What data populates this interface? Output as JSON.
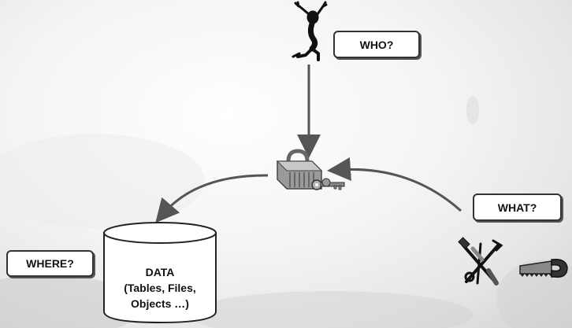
{
  "diagram": {
    "who_label": "WHO?",
    "what_label": "WHAT?",
    "where_label": "WHERE?",
    "data_store": {
      "line1": "DATA",
      "line2": "(Tables, Files,",
      "line3": "Objects …)"
    },
    "icons": [
      "person-icon",
      "lock-and-key-icon",
      "tools-icon",
      "saw-icon",
      "database-cylinder-icon"
    ],
    "colors": {
      "box_border": "#333333",
      "arrow": "#555555",
      "background": "#f0f0f0"
    }
  }
}
